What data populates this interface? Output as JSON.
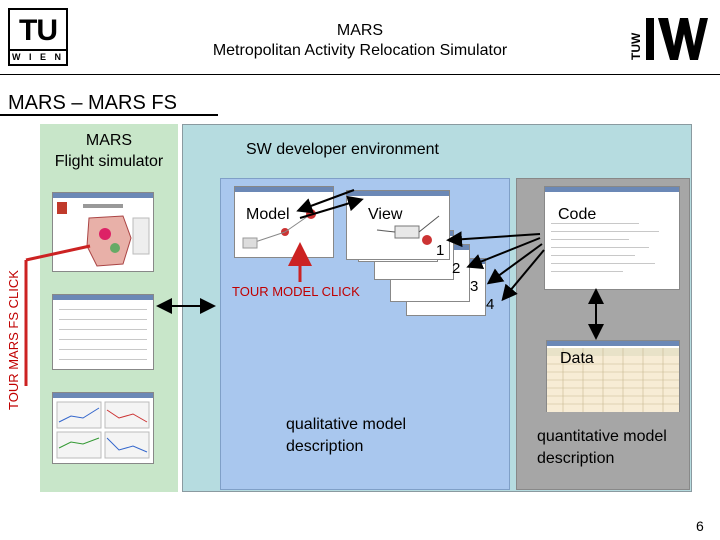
{
  "header": {
    "tu_logo_text": "TU",
    "tu_logo_sub": "W I E N",
    "title": "MARS",
    "subtitle": "Metropolitan Activity Relocation Simulator"
  },
  "section_title": "MARS – MARS FS",
  "flight_sim": {
    "title_line1": "MARS",
    "title_line2": "Flight simulator",
    "tour_link": "TOUR MARS FS CLICK"
  },
  "dev_env": {
    "title": "SW developer environment",
    "model_label": "Model",
    "view_label": "View",
    "code_label": "Code",
    "tour_link": "TOUR MODEL CLICK",
    "window_numbers": [
      "1",
      "2",
      "3",
      "4"
    ],
    "data_label": "Data",
    "qualitative_line1": "qualitative model",
    "qualitative_line2": "description",
    "quantitative_line1": "quantitative model",
    "quantitative_line2": "description"
  },
  "colors": {
    "fs_panel": "#c8e6c9",
    "dev_panel": "#b6dce0",
    "qual_panel": "#a9c7ee",
    "quant_panel": "#a6a6a6",
    "tour_arrow": "#cc2222"
  },
  "page_number": "6"
}
